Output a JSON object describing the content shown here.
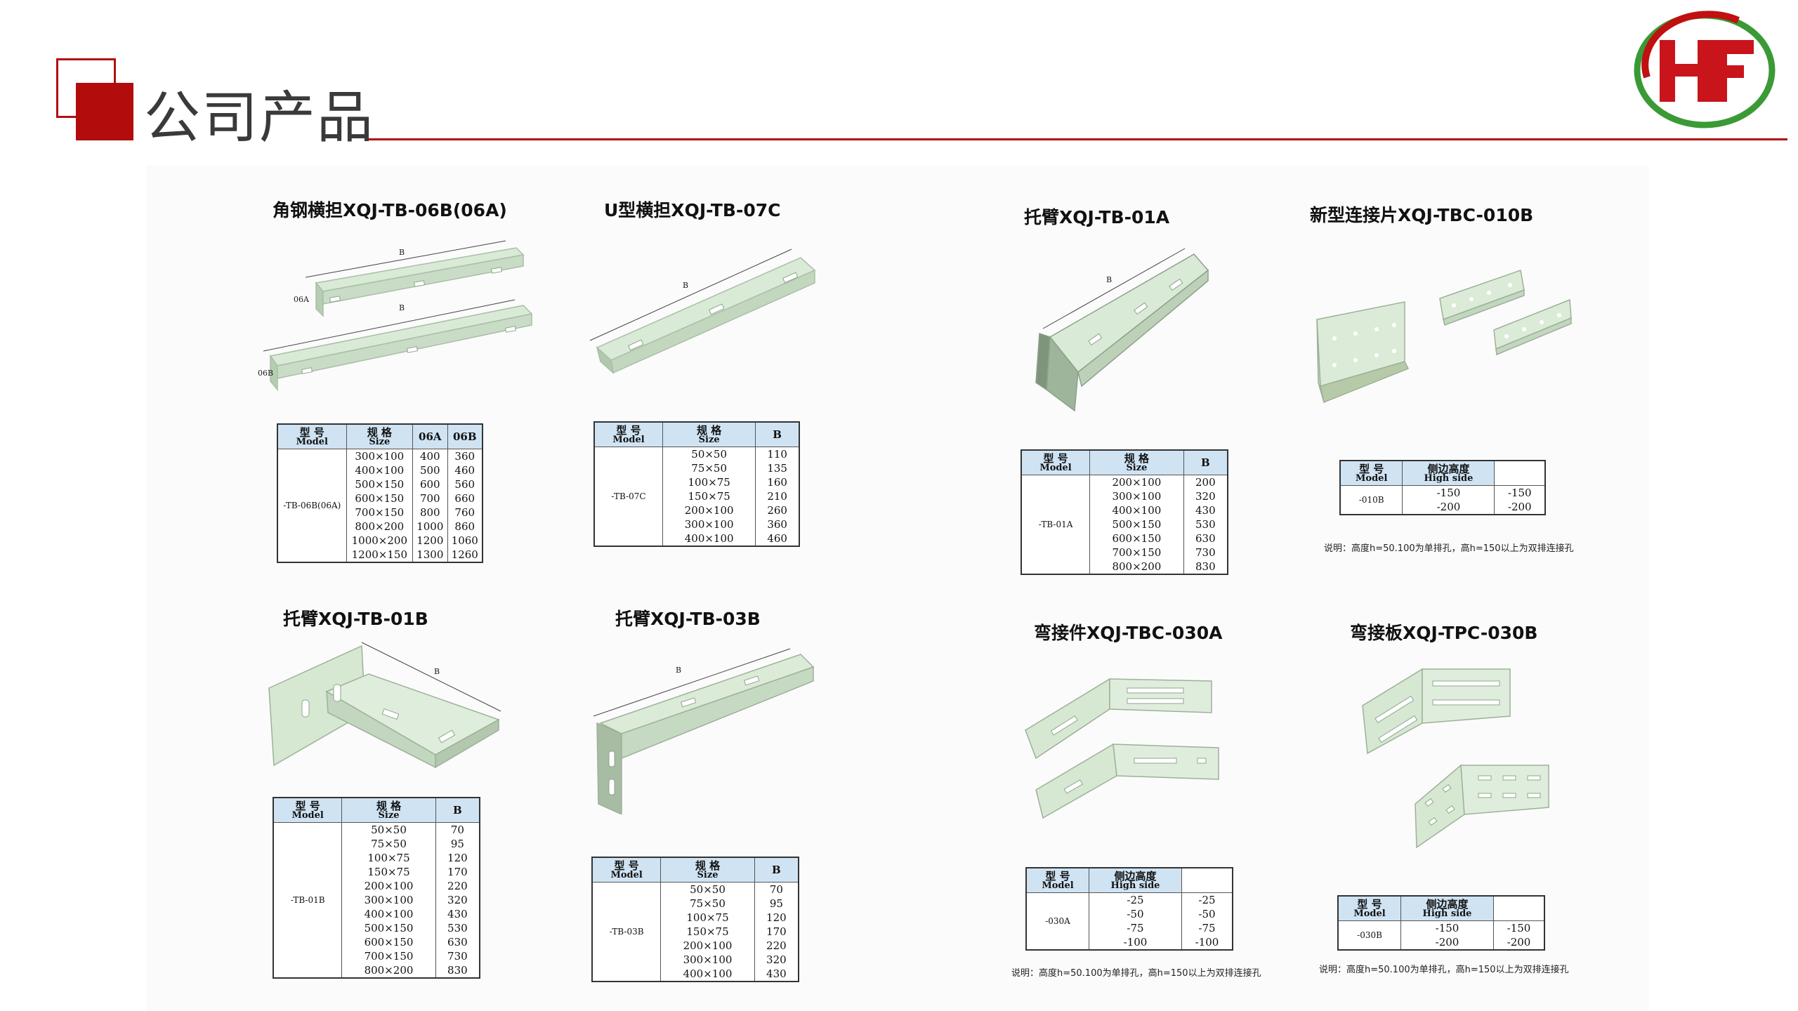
{
  "header": {
    "title": "公司产品",
    "logo_text": "HF"
  },
  "products": [
    {
      "title": "角钢横担XQJ-TB-06B(06A)",
      "image_labels": {
        "top_label": "06A",
        "bottom_label": "06B",
        "dim": "B"
      },
      "table": {
        "headers": [
          {
            "cn": "型  号",
            "en": "Model"
          },
          {
            "cn": "规  格",
            "en": "Size"
          },
          {
            "cn": "06A",
            "en": ""
          },
          {
            "cn": "06B",
            "en": ""
          }
        ],
        "model": "-TB-06B(06A)",
        "rows": [
          [
            "300×100",
            "400",
            "360"
          ],
          [
            "400×100",
            "500",
            "460"
          ],
          [
            "500×150",
            "600",
            "560"
          ],
          [
            "600×150",
            "700",
            "660"
          ],
          [
            "700×150",
            "800",
            "760"
          ],
          [
            "800×200",
            "1000",
            "860"
          ],
          [
            "1000×200",
            "1200",
            "1060"
          ],
          [
            "1200×150",
            "1300",
            "1260"
          ]
        ]
      }
    },
    {
      "title": "U型横担XQJ-TB-07C",
      "image_labels": {
        "dim": "B"
      },
      "table": {
        "headers": [
          {
            "cn": "型  号",
            "en": "Model"
          },
          {
            "cn": "规  格",
            "en": "Size"
          },
          {
            "cn": "B",
            "en": ""
          }
        ],
        "model": "-TB-07C",
        "rows": [
          [
            "50×50",
            "110"
          ],
          [
            "75×50",
            "135"
          ],
          [
            "100×75",
            "160"
          ],
          [
            "150×75",
            "210"
          ],
          [
            "200×100",
            "260"
          ],
          [
            "300×100",
            "360"
          ],
          [
            "400×100",
            "460"
          ]
        ]
      }
    },
    {
      "title": "托臂XQJ-TB-01A",
      "image_labels": {
        "dim": "B"
      },
      "table": {
        "headers": [
          {
            "cn": "型  号",
            "en": "Model"
          },
          {
            "cn": "规  格",
            "en": "Size"
          },
          {
            "cn": "B",
            "en": ""
          }
        ],
        "model": "-TB-01A",
        "rows": [
          [
            "200×100",
            "200"
          ],
          [
            "300×100",
            "320"
          ],
          [
            "400×100",
            "430"
          ],
          [
            "500×150",
            "530"
          ],
          [
            "600×150",
            "630"
          ],
          [
            "700×150",
            "730"
          ],
          [
            "800×200",
            "830"
          ]
        ]
      }
    },
    {
      "title": "新型连接片XQJ-TBC-010B",
      "table": {
        "headers": [
          {
            "cn": "型  号",
            "en": "Model"
          },
          {
            "cn": "侧边高度",
            "en": "High side"
          }
        ],
        "model": "-010B",
        "rows": [
          [
            "-150",
            "-150"
          ],
          [
            "-200",
            "-200"
          ]
        ]
      },
      "note": "说明：高度h=50.100为单排孔，高h=150以上为双排连接孔"
    },
    {
      "title": "托臂XQJ-TB-01B",
      "image_labels": {
        "dim": "B"
      },
      "table": {
        "headers": [
          {
            "cn": "型  号",
            "en": "Model"
          },
          {
            "cn": "规  格",
            "en": "Size"
          },
          {
            "cn": "B",
            "en": ""
          }
        ],
        "model": "-TB-01B",
        "rows": [
          [
            "50×50",
            "70"
          ],
          [
            "75×50",
            "95"
          ],
          [
            "100×75",
            "120"
          ],
          [
            "150×75",
            "170"
          ],
          [
            "200×100",
            "220"
          ],
          [
            "300×100",
            "320"
          ],
          [
            "400×100",
            "430"
          ],
          [
            "500×150",
            "530"
          ],
          [
            "600×150",
            "630"
          ],
          [
            "700×150",
            "730"
          ],
          [
            "800×200",
            "830"
          ]
        ]
      }
    },
    {
      "title": "托臂XQJ-TB-03B",
      "image_labels": {
        "dim": "B"
      },
      "table": {
        "headers": [
          {
            "cn": "型  号",
            "en": "Model"
          },
          {
            "cn": "规  格",
            "en": "Size"
          },
          {
            "cn": "B",
            "en": ""
          }
        ],
        "model": "-TB-03B",
        "rows": [
          [
            "50×50",
            "70"
          ],
          [
            "75×50",
            "95"
          ],
          [
            "100×75",
            "120"
          ],
          [
            "150×75",
            "170"
          ],
          [
            "200×100",
            "220"
          ],
          [
            "300×100",
            "320"
          ],
          [
            "400×100",
            "430"
          ]
        ]
      }
    },
    {
      "title": "弯接件XQJ-TBC-030A",
      "table": {
        "headers": [
          {
            "cn": "型  号",
            "en": "Model"
          },
          {
            "cn": "侧边高度",
            "en": "High side"
          }
        ],
        "model": "-030A",
        "rows": [
          [
            "-25",
            "-25"
          ],
          [
            "-50",
            "-50"
          ],
          [
            "-75",
            "-75"
          ],
          [
            "-100",
            "-100"
          ]
        ]
      },
      "note": "说明：高度h=50.100为单排孔，高h=150以上为双排连接孔"
    },
    {
      "title": "弯接板XQJ-TPC-030B",
      "table": {
        "headers": [
          {
            "cn": "型  号",
            "en": "Model"
          },
          {
            "cn": "侧边高度",
            "en": "High side"
          }
        ],
        "model": "-030B",
        "rows": [
          [
            "-150",
            "-150"
          ],
          [
            "-200",
            "-200"
          ]
        ]
      },
      "note": "说明：高度h=50.100为单排孔，高h=150以上为双排连接孔"
    }
  ]
}
